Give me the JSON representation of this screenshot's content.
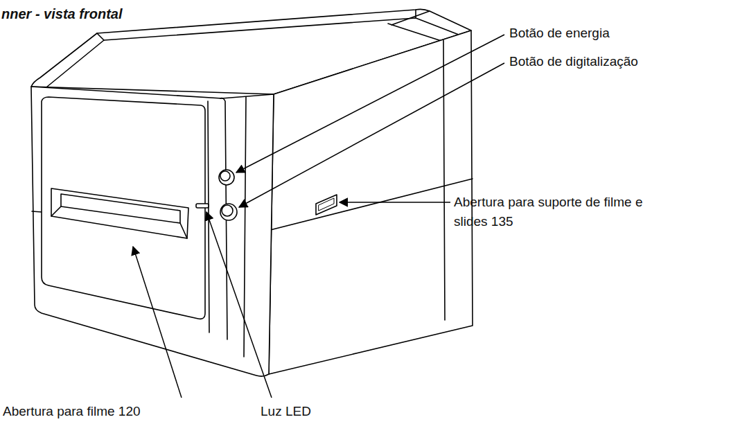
{
  "diagram": {
    "title": "nner - vista frontal",
    "labels": [
      "Botão de energia",
      "Botão de digitalização",
      "Abertura para suporte de filme e slides 135",
      "Abertura para filme 120",
      "Luz LED"
    ]
  }
}
